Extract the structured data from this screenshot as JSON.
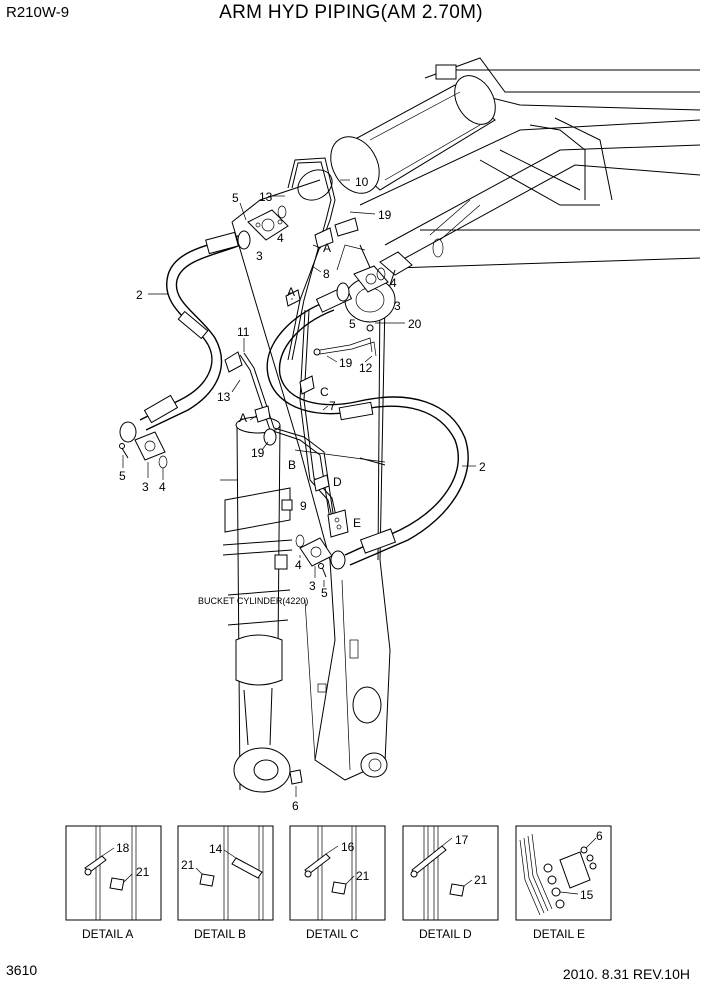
{
  "header": {
    "model": "R210W-9",
    "title": "ARM HYD PIPING(AM 2.70M)"
  },
  "footer": {
    "page_number": "3610",
    "revision": "2010. 8.31  REV.10H"
  },
  "callouts": {
    "c1": "5",
    "c2": "13",
    "c3": "10",
    "c4": "4",
    "c5": "3",
    "c6": "19",
    "c7": "A",
    "c8": "8",
    "c9": "4",
    "c10": "2",
    "c11": "A",
    "c12": "3",
    "c13": "20",
    "c14": "5",
    "c15": "11",
    "c16": "19",
    "c17": "12",
    "c18": "13",
    "c19": "C",
    "c20": "7",
    "c21": "A",
    "c22": "19",
    "c23": "B",
    "c24": "2",
    "c25": "5",
    "c26": "3",
    "c27": "4",
    "c28": "D",
    "c29": "9",
    "c30": "E",
    "c31": "4",
    "c32": "3",
    "c33": "5",
    "c34": "6"
  },
  "component_label": "BUCKET CYLINDER(4220)",
  "details": [
    {
      "caption": "DETAIL  A",
      "parts": [
        "18",
        "21"
      ]
    },
    {
      "caption": "DETAIL  B",
      "parts": [
        "14",
        "21"
      ]
    },
    {
      "caption": "DETAIL  C",
      "parts": [
        "16",
        "21"
      ]
    },
    {
      "caption": "DETAIL  D",
      "parts": [
        "17",
        "21"
      ]
    },
    {
      "caption": "DETAIL  E",
      "parts": [
        "6",
        "15"
      ]
    }
  ]
}
